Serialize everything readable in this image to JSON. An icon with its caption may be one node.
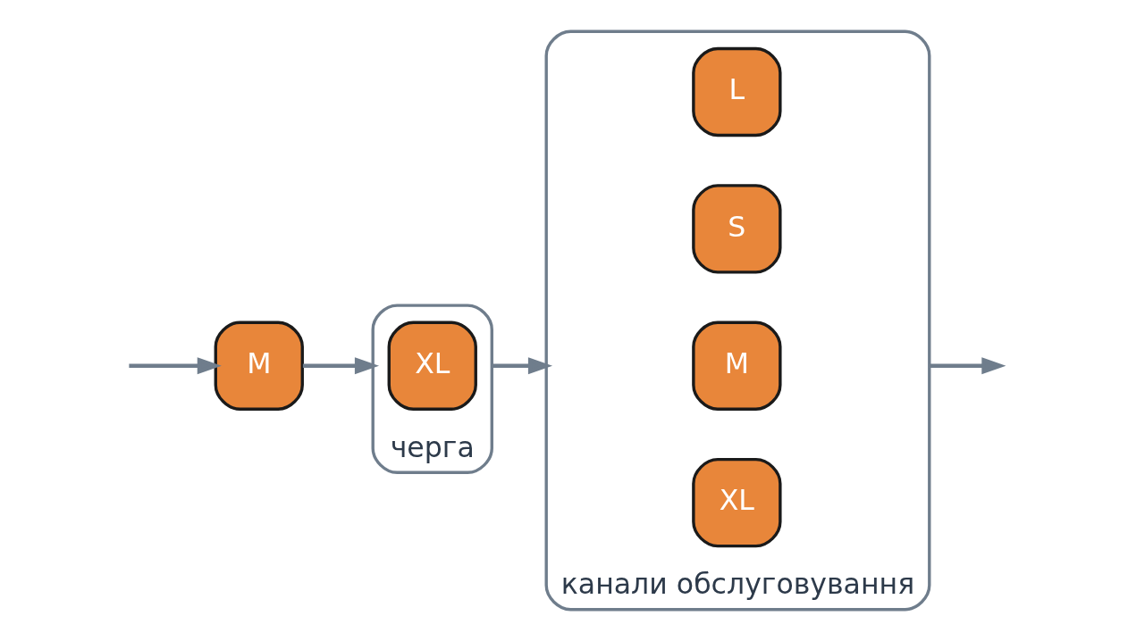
{
  "diagram": {
    "nodes": [
      {
        "text": [
          "M"
        ]
      },
      {
        "text": [
          "черга"
        ]
      },
      {
        "text": [
          "XL"
        ],
        "in": 1
      },
      {
        "text": [
          "канали обслуговування"
        ]
      },
      {
        "text": [
          "L"
        ],
        "in": 3
      },
      {
        "text": [
          "S"
        ],
        "in": 3
      },
      {
        "text": [
          "M"
        ],
        "in": 3
      },
      {
        "text": [
          "XL"
        ],
        "in": 3
      }
    ],
    "edges": [
      {
        "from": null,
        "to": 0,
        "arrow": "to"
      },
      {
        "from": 0,
        "to": 1,
        "arrow": "to"
      },
      {
        "from": 1,
        "to": 3,
        "arrow": "to"
      },
      {
        "from": 3,
        "to": null,
        "arrow": "to"
      }
    ]
  }
}
